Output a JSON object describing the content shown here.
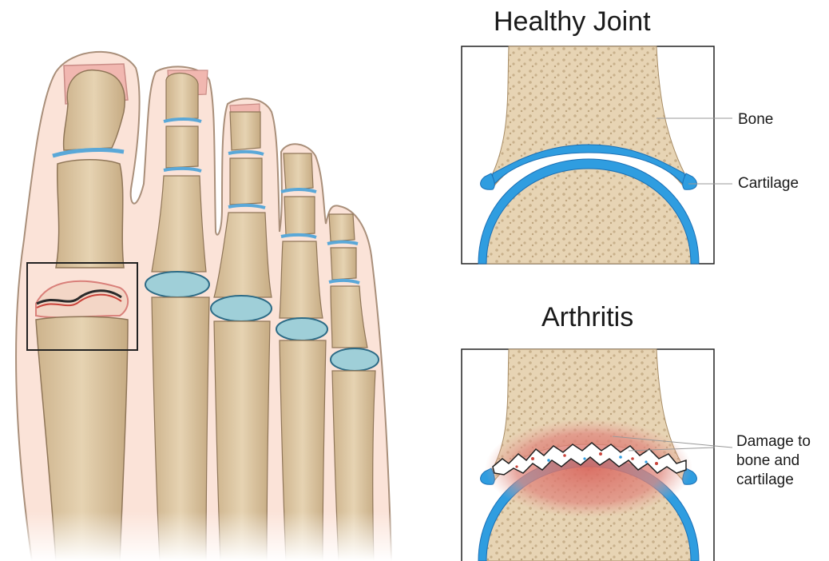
{
  "panels": {
    "healthy": {
      "title": "Healthy Joint",
      "labels": {
        "bone": "Bone",
        "cartilage": "Cartilage"
      }
    },
    "arthritis": {
      "title": "Arthritis",
      "labels": {
        "damage": [
          "Damage to",
          "bone and",
          "cartilage"
        ]
      }
    }
  },
  "colors": {
    "bone": "#e3cfae",
    "bone_dark": "#c7ae86",
    "cartilage": "#2f9de0",
    "cartilage_dark": "#1a6fb5",
    "skin": "#fbe3d8",
    "inflammation": "#d96a62",
    "joint_space": "#9fcfd8",
    "outline": "#222222"
  }
}
